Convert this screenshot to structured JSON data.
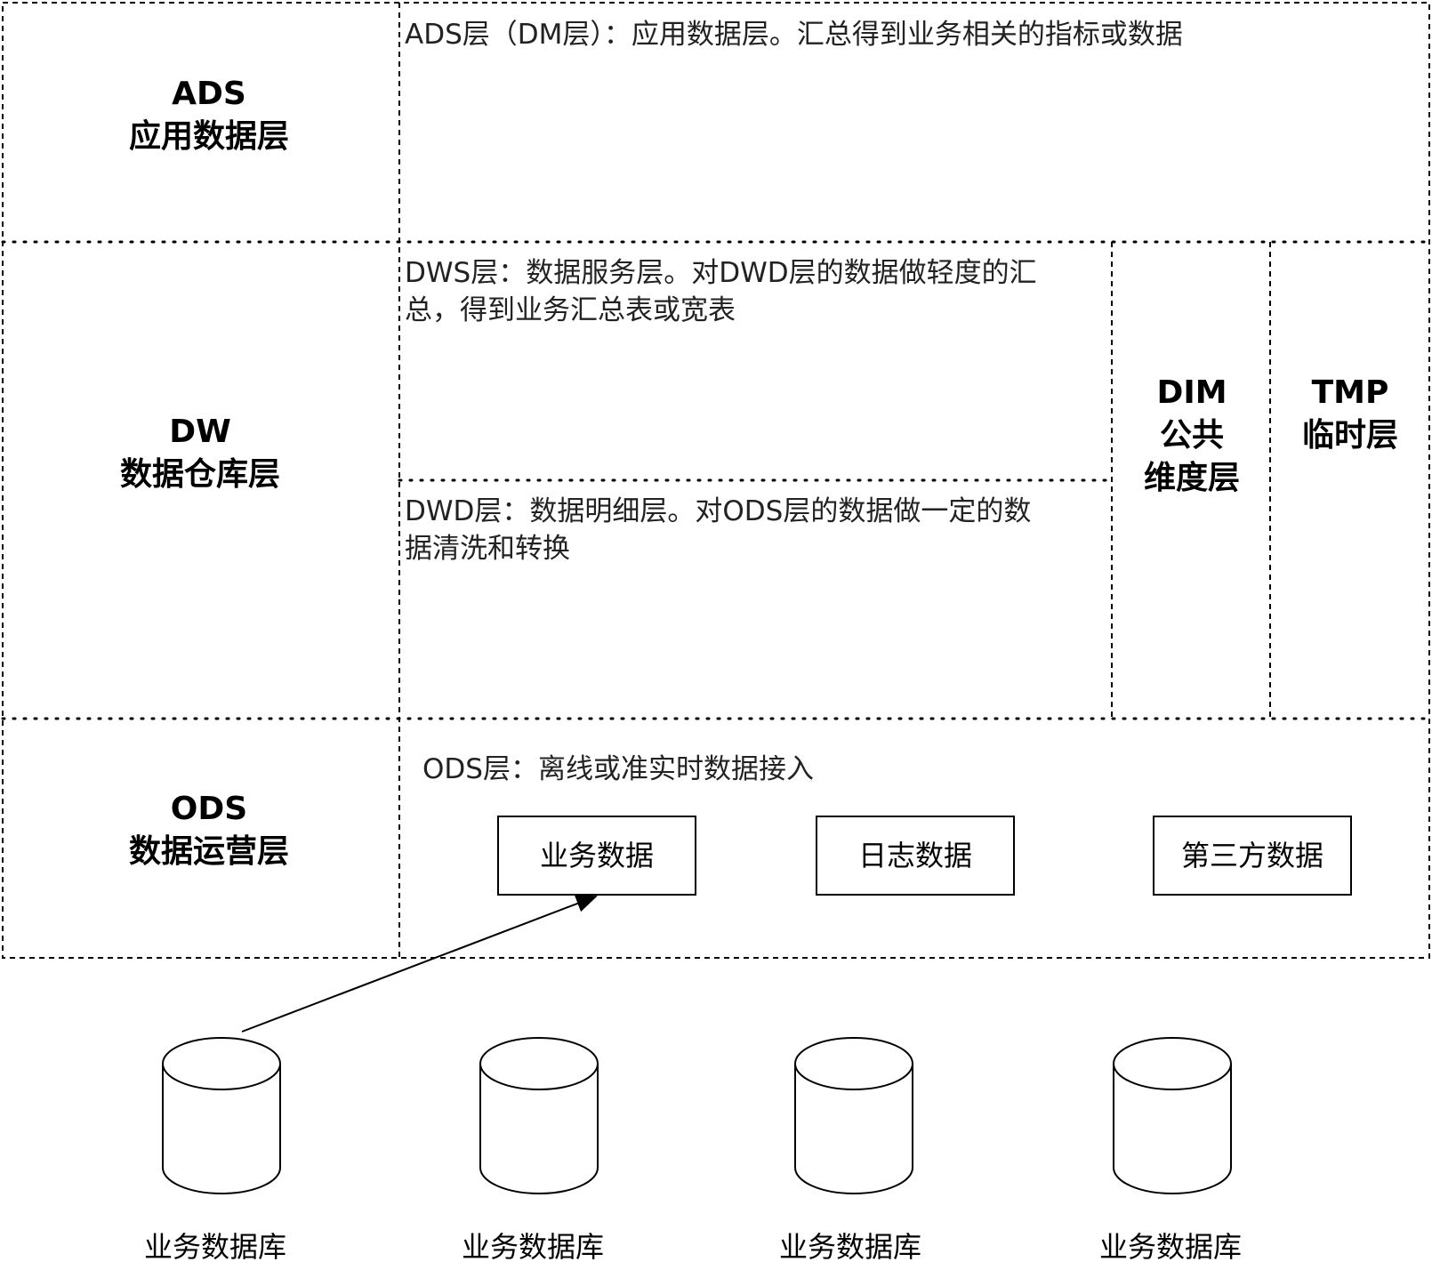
{
  "layers": {
    "ads": {
      "title": "ADS\n应用数据层",
      "desc": "ADS层（DM层）：应用数据层。汇总得到业务相关的指标或数据"
    },
    "dw": {
      "title": "DW\n数据仓库层",
      "dws_desc": "DWS层：数据服务层。对DWD层的数据做轻度的汇总，得到业务汇总表或宽表",
      "dwd_desc": "DWD层：数据明细层。对ODS层的数据做一定的数据清洗和转换",
      "dim_title": "DIM\n公共\n维度层",
      "tmp_title": "TMP\n临时层"
    },
    "ods": {
      "title": "ODS\n数据运营层",
      "desc": "ODS层：离线或准实时数据接入",
      "sources": [
        "业务数据",
        "日志数据",
        "第三方数据"
      ]
    }
  },
  "databases": [
    "业务数据库",
    "业务数据库",
    "业务数据库",
    "业务数据库"
  ]
}
